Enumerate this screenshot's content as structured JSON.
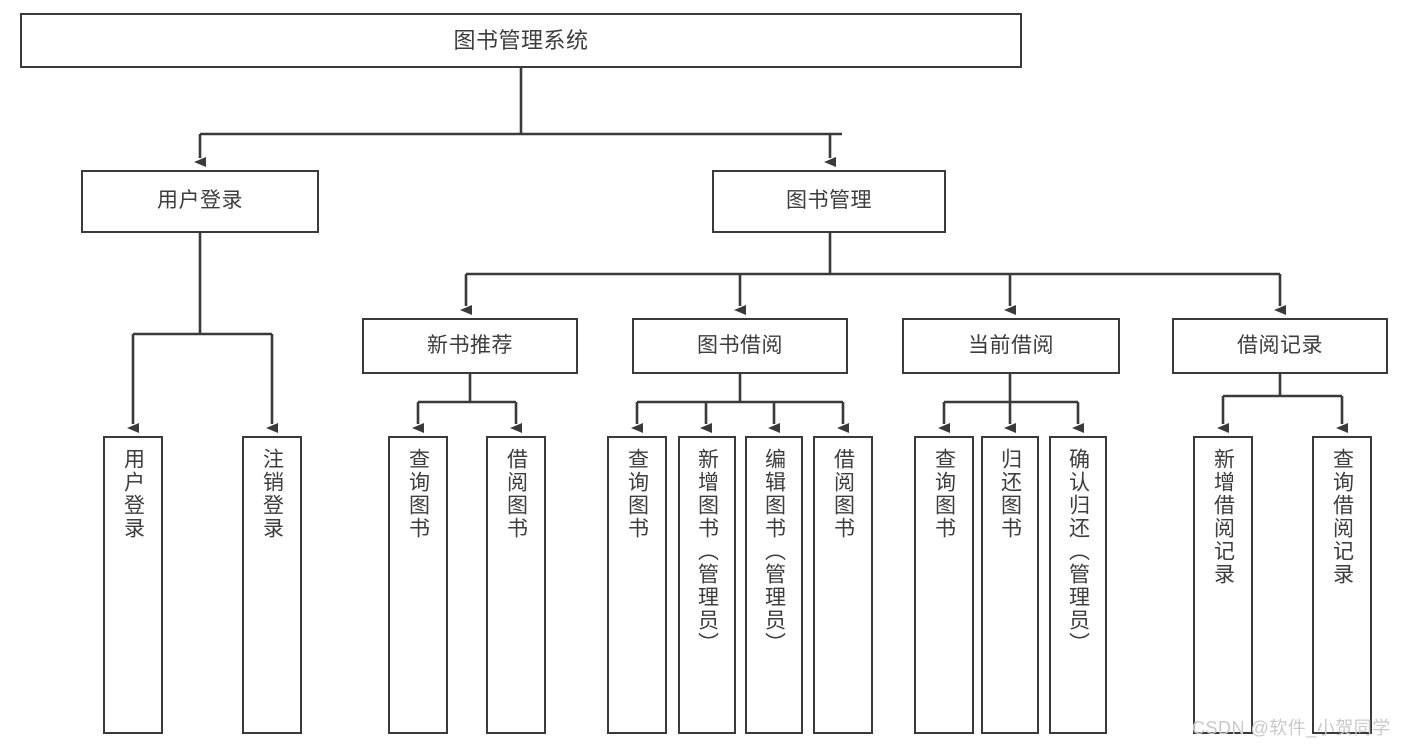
{
  "diagram": {
    "type": "tree",
    "title": "图书管理系统",
    "watermark": "CSDN @软件_小贺同学",
    "colors": {
      "stroke": "#3a3a3a",
      "text": "#3d3d3d",
      "background": "#ffffff",
      "watermark": "#c9c9c9"
    },
    "nodes": {
      "root": {
        "label": "图书管理系统"
      },
      "level1": [
        {
          "label": "用户登录"
        },
        {
          "label": "图书管理"
        }
      ],
      "level2": [
        {
          "label": "新书推荐"
        },
        {
          "label": "图书借阅"
        },
        {
          "label": "当前借阅"
        },
        {
          "label": "借阅记录"
        }
      ],
      "leaves_user_login": [
        {
          "label": "用户登录"
        },
        {
          "label": "注销登录"
        }
      ],
      "leaves_new_book": [
        {
          "label": "查询图书"
        },
        {
          "label": "借阅图书"
        }
      ],
      "leaves_borrow": [
        {
          "label": "查询图书"
        },
        {
          "label": "新增图书（管理员）"
        },
        {
          "label": "编辑图书（管理员）"
        },
        {
          "label": "借阅图书"
        }
      ],
      "leaves_current": [
        {
          "label": "查询图书"
        },
        {
          "label": "归还图书"
        },
        {
          "label": "确认归还（管理员）"
        }
      ],
      "leaves_record": [
        {
          "label": "新增借阅记录"
        },
        {
          "label": "查询借阅记录"
        }
      ]
    }
  }
}
